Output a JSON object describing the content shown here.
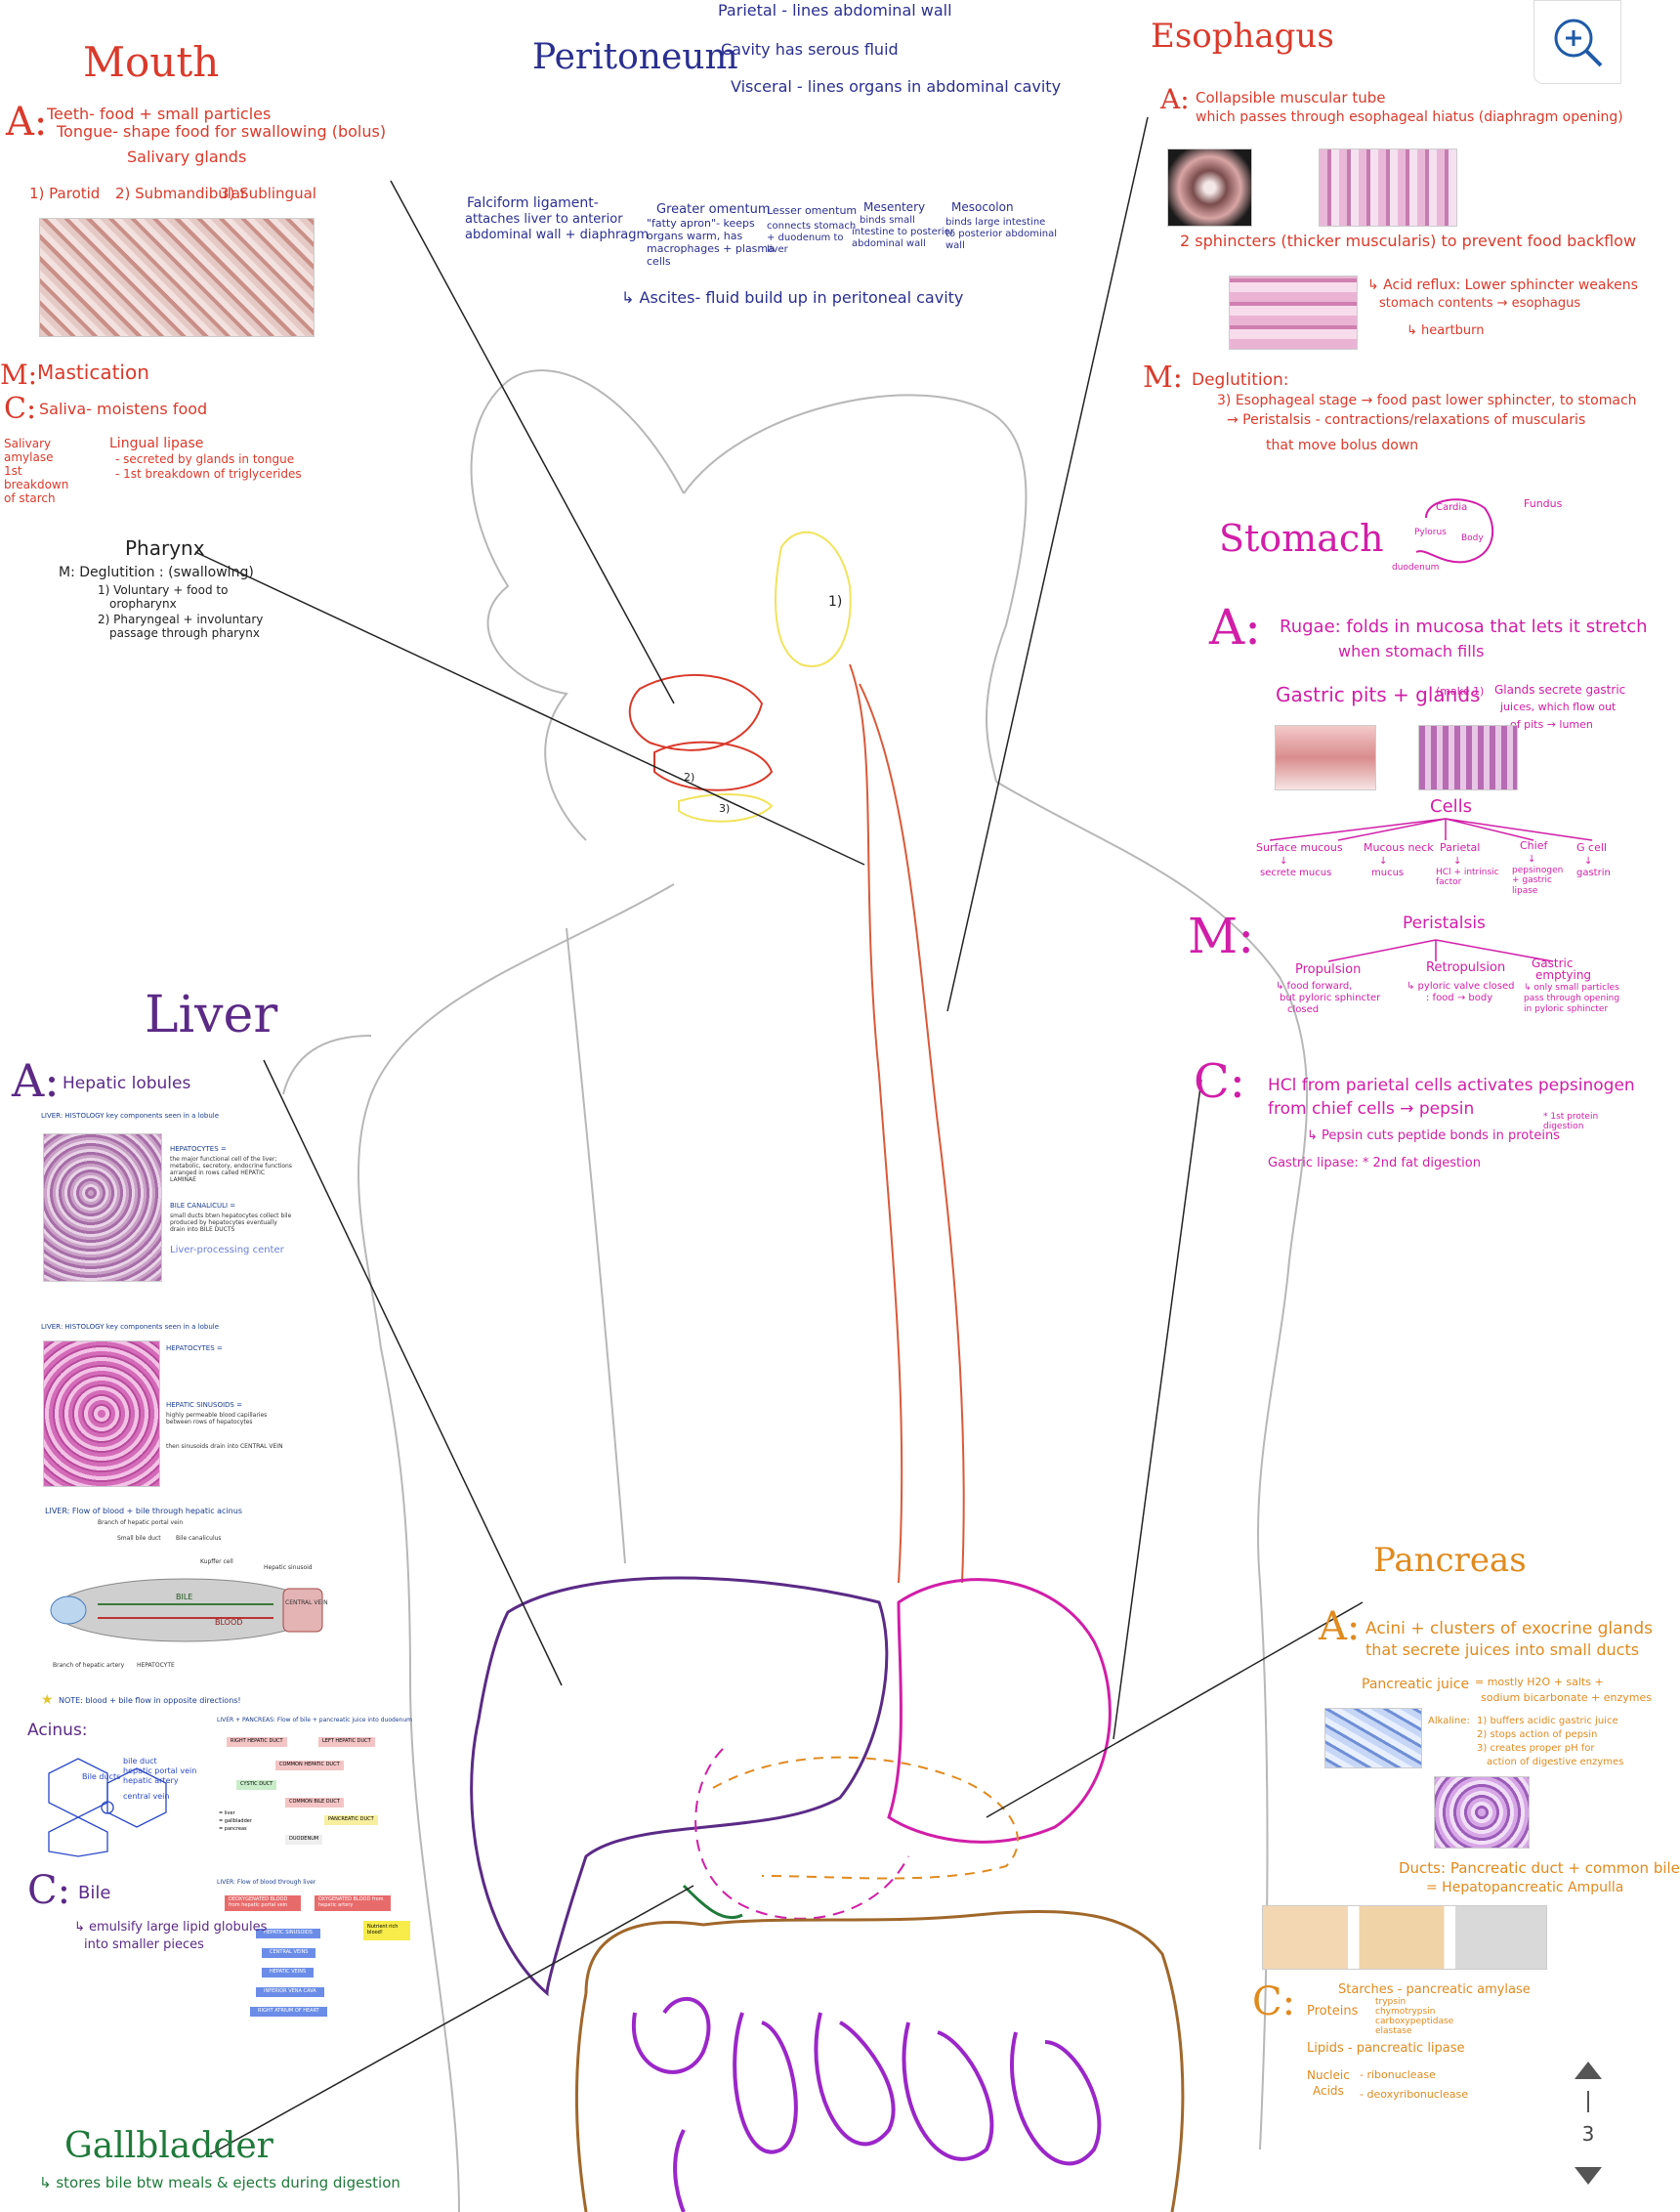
{
  "mouth": {
    "title": "Mouth",
    "a_label": "A:",
    "a_line1": "Teeth- food + small particles",
    "a_line2": "Tongue- shape food for swallowing (bolus)",
    "salivary_title": "Salivary glands",
    "gland1": "1) Parotid",
    "gland2": "2) Submandibular",
    "gland3": "3) Sublingual",
    "m_label": "M:",
    "m_text": "Mastication",
    "c_label": "C:",
    "c_text": "Saliva- moistens food",
    "c_sub1": "Salivary amylase",
    "c_sub1b": "1st breakdown of starch",
    "c_sub2": "Lingual lipase",
    "c_sub2b": "- secreted by glands in tongue",
    "c_sub2c": "- 1st breakdown of triglycerides"
  },
  "pharynx": {
    "title": "Pharynx",
    "m_line": "M: Deglutition : (swallowing)",
    "l1": "1) Voluntary + food to",
    "l1b": "oropharynx",
    "l2": "2) Pharyngeal + involuntary",
    "l2b": "passage through pharynx"
  },
  "peritoneum": {
    "title": "Peritoneum",
    "parietal": "Parietal - lines abdominal wall",
    "cavity": "Cavity has serous fluid",
    "visceral": "Visceral - lines organs in abdominal cavity",
    "falciform": "Falciform ligament-",
    "falciform2": "attaches liver to anterior",
    "falciform3": "abdominal wall + diaphragm",
    "greater": "Greater omentum",
    "greater2": "\"fatty apron\"- keeps",
    "greater3": "organs warm, has",
    "greater4": "macrophages + plasma",
    "greater5": "cells",
    "lesser": "Lesser omentum",
    "lesser2": "connects stomach",
    "lesser3": "+ duodenum to",
    "lesser4": "liver",
    "mesentery": "Mesentery",
    "mesentery2": "binds small",
    "mesentery3": "intestine to posterior",
    "mesentery4": "abdominal wall",
    "mesocolon": "Mesocolon",
    "mesocolon2": "binds large intestine",
    "mesocolon3": "to posterior abdominal",
    "mesocolon4": "wall",
    "ascites": "↳ Ascites- fluid build up in peritoneal cavity"
  },
  "esophagus": {
    "title": "Esophagus",
    "a_label": "A:",
    "a_line1": "Collapsible muscular tube",
    "a_line2": "which passes through esophageal hiatus (diaphragm opening)",
    "sphincters": "2 sphincters (thicker muscularis) to prevent food backflow",
    "reflux1": "↳ Acid reflux: Lower sphincter weakens",
    "reflux2": "stomach contents → esophagus",
    "reflux3": "↳ heartburn",
    "m_label": "M:",
    "m_text": "Deglutition:",
    "m_line1": "3) Esophageal stage → food past lower sphincter, to stomach",
    "m_line2": "→ Peristalsis - contractions/relaxations of muscularis",
    "m_line3": "that move bolus down"
  },
  "stomach": {
    "title": "Stomach",
    "diagram_labels": [
      "Cardia",
      "Fundus",
      "Pylorus",
      "Body",
      "duodenum"
    ],
    "a_label": "A:",
    "rugae1": "Rugae: folds in mucosa that lets it stretch",
    "rugae2": "when stomach fills",
    "pits": "Gastric pits + glands",
    "pits_note": "(make 1)",
    "pits_extra": "Glands secrete gastric",
    "pits_extra2": "juices, which flow out",
    "pits_extra3": "of pits → lumen",
    "cells_title": "Cells",
    "cells": [
      {
        "name": "Surface mucous",
        "arrow": "↓",
        "what": "secrete mucus"
      },
      {
        "name": "Mucous neck",
        "arrow": "↓",
        "what": "mucus"
      },
      {
        "name": "Parietal",
        "arrow": "↓",
        "what": "HCl + intrinsic factor"
      },
      {
        "name": "Chief",
        "arrow": "↓",
        "what": "pepsinogen + gastric lipase"
      },
      {
        "name": "G cell",
        "arrow": "↓",
        "what": "gastrin"
      }
    ],
    "m_label": "M:",
    "peristalsis": "Peristalsis",
    "propulsion": "Propulsion",
    "propulsion2": "↳ food forward,",
    "propulsion3": "but pyloric sphincter",
    "propulsion4": "closed",
    "retropulsion": "Retropulsion",
    "retropulsion2": "↳ pyloric valve closed",
    "retropulsion3": ": food → body",
    "emptying": "Gastric",
    "emptying_b": "emptying",
    "emptying2": "↳ only small particles",
    "emptying3": "pass through opening",
    "emptying4": "in pyloric sphincter",
    "c_label": "C:",
    "c_line1": "HCl from parietal cells activates pepsinogen",
    "c_line2": "from chief cells → pepsin",
    "c_line3": "↳ Pepsin cuts peptide bonds in proteins",
    "c_note": "* 1st protein digestion",
    "c_line4": "Gastric lipase: * 2nd fat digestion"
  },
  "liver": {
    "title": "Liver",
    "a_label": "A:",
    "a_text": "Hepatic lobules",
    "panel1_header": "LIVER: HISTOLOGY key components seen in a lobule",
    "panel1_hepatocytes": "HEPATOCYTES =",
    "panel1_hepatocytes_desc": "the major functional cell of the liver; metabolic, secretory, endocrine functions arranged in rows called HEPATIC LAMINAE",
    "panel1_bile": "BILE CANALICULI =",
    "panel1_bile_desc": "small ducts btwn hepatocytes collect bile produced by hepatocytes eventually drain into BILE DUCTS",
    "panel1_note": "Liver-processing center",
    "panel2_header": "LIVER: HISTOLOGY key components seen in a lobule",
    "panel2_hepatocytes": "HEPATOCYTES =",
    "panel2_sinusoids": "HEPATIC SINUSOIDS =",
    "panel2_sinusoids_desc": "highly permeable blood capillaries between rows of hepatocytes",
    "panel2_central": "then sinusoids drain into CENTRAL VEIN",
    "panel3_header": "LIVER: Flow of blood + bile through hepatic acinus",
    "panel3_labels": [
      "Branch of hepatic portal vein",
      "Small bile duct",
      "Bile canaliculus",
      "Kupffer cell",
      "Hepatic sinusoid",
      "BILE",
      "BLOOD",
      "CENTRAL VEIN",
      "Branch of hepatic artery",
      "HEPATOCYTE"
    ],
    "panel3_note": "NOTE: blood + bile flow in opposite directions!",
    "acinus": "Acinus:",
    "acinus_labels": [
      "bile duct",
      "hepatic portal vein",
      "hepatic artery",
      "central vein"
    ],
    "acinus_left": "Bile ducts",
    "panel4_header": "LIVER + PANCREAS: Flow of bile + pancreatic juice into duodenum",
    "panel4_boxes": [
      "RIGHT HEPATIC DUCT",
      "LEFT HEPATIC DUCT",
      "COMMON HEPATIC DUCT",
      "CYSTIC DUCT",
      "COMMON BILE DUCT",
      "PANCREATIC DUCT",
      "DUODENUM"
    ],
    "panel4_legend": [
      "= liver",
      "= gallbladder",
      "= pancreas"
    ],
    "panel5_header": "LIVER: Flow of blood through liver",
    "panel5_boxes": [
      "DEOXYGENATED BLOOD from hepatic portal vein",
      "OXYGENATED BLOOD from hepatic artery",
      "HEPATIC SINUSOIDS",
      "CENTRAL VEINS",
      "HEPATIC VEINS",
      "INFERIOR VENA CAVA",
      "RIGHT ATRIUM OF HEART"
    ],
    "panel5_star": "Nutrient rich blood!",
    "c_label": "C:",
    "c_text": "Bile",
    "c_sub1": "↳ emulsify large lipid globules",
    "c_sub2": "into smaller pieces"
  },
  "gallbladder": {
    "title": "Gallbladder",
    "text": "↳ stores bile btw meals & ejects during digestion"
  },
  "pancreas": {
    "title": "Pancreas",
    "a_label": "A:",
    "a_line1": "Acini + clusters of exocrine glands",
    "a_line2": "that secrete juices into small ducts",
    "juice": "Pancreatic juice",
    "juice2": "= mostly H2O + salts +",
    "juice3": "sodium bicarbonate + enzymes",
    "alkaline": "Alkaline:",
    "alk1": "1) buffers acidic gastric juice",
    "alk2": "2) stops action of pepsin",
    "alk3": "3) creates proper pH for",
    "alk4": "action of digestive enzymes",
    "ducts": "Ducts: Pancreatic duct + common bile",
    "ducts2": "= Hepatopancreatic Ampulla",
    "c_label": "C:",
    "starches": "Starches - pancreatic amylase",
    "proteins": "Proteins",
    "prot_list": [
      "trypsin",
      "chymotrypsin",
      "carboxypeptidase",
      "elastase"
    ],
    "lipids": "Lipids - pancreatic lipase",
    "nucleic": "Nucleic",
    "acids": "Acids",
    "nuc_list": [
      "- ribonuclease",
      "- deoxyribonuclease"
    ]
  },
  "body_labels": {
    "n1": "1)",
    "n2": "2)",
    "n3": "3)"
  },
  "toolbar": {
    "zoom_icon": "zoom-in-icon"
  },
  "pager": {
    "page": "3",
    "separator": "|"
  },
  "colors": {
    "mouth": "#d93a2b",
    "peritoneum": "#2a2f8f",
    "esophagus": "#d93a2b",
    "stomach": "#d11ea8",
    "liver": "#5b2a86",
    "pancreas": "#e08a1e",
    "gallbladder": "#1f7a3a",
    "intestine_small": "#9b26c9",
    "intestine_large": "#a0672a"
  }
}
